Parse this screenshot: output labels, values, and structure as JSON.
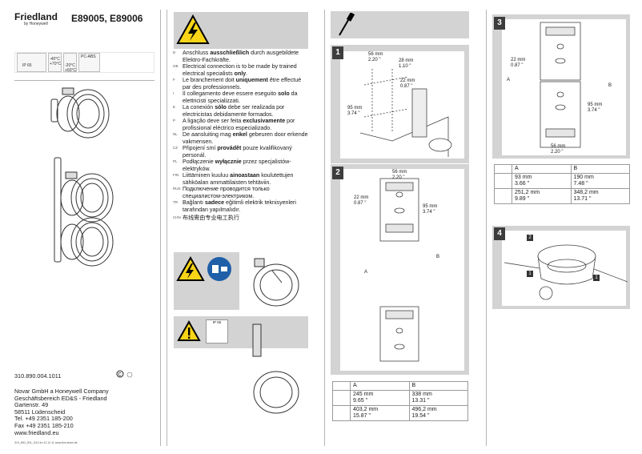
{
  "brand": {
    "name": "Friedland",
    "sub": "by Honeywell"
  },
  "models": "E89005, E89006",
  "icons": [
    "IP 65",
    "-40°C +70°C",
    "-20°C +60°C",
    "PC-ABS"
  ],
  "languages": [
    {
      "code": "D",
      "pre": "Anschluss ",
      "bold": "ausschließlich",
      "post": " durch ausgebildete Elektro-Fachkräfte."
    },
    {
      "code": "GB",
      "pre": "Electrical connection is to be made by trained electrical specialists ",
      "bold": "only",
      "post": "."
    },
    {
      "code": "F",
      "pre": "Le branchement doit ",
      "bold": "uniquement",
      "post": " être effectué par des professionnels."
    },
    {
      "code": "I",
      "pre": "Il collegamento deve essere eseguito ",
      "bold": "solo",
      "post": " da elettricisti specializzati."
    },
    {
      "code": "E",
      "pre": "La conexión ",
      "bold": "sólo",
      "post": " debe ser realizada por electricistas debidamente formados."
    },
    {
      "code": "P",
      "pre": "A ligação deve ser feita ",
      "bold": "exclusivamente",
      "post": " por profissional eléctrico especializado."
    },
    {
      "code": "NL",
      "pre": "De aansluiting mag ",
      "bold": "enkel",
      "post": " gebeuren door erkende vakmensen."
    },
    {
      "code": "CZ",
      "pre": "Připojení smí ",
      "bold": "provádět",
      "post": " pouze kvalifikovaný personál."
    },
    {
      "code": "PL",
      "pre": "Podłączenie ",
      "bold": "wyłącznie",
      "post": " przez specjalistów-elektryków."
    },
    {
      "code": "FIN",
      "pre": "Liittäminen kuuluu ",
      "bold": "ainoastaan",
      "post": " koulutettujen sähköalan ammattilaisten tehtäviin."
    },
    {
      "code": "RUS",
      "pre": "Подключение проводится только специалистом-электриком.",
      "bold": "",
      "post": ""
    },
    {
      "code": "TR",
      "pre": "Bağlantı ",
      "bold": "sadece",
      "post": " eğitimli elektrik teknisyenleri tarafından yapılmalıdır."
    },
    {
      "code": "CHN",
      "pre": "布线需由专业电工执行",
      "bold": "",
      "post": ""
    }
  ],
  "ip_label": "IP 65",
  "doc_number": "310.890.004.1011",
  "address": [
    "Novar GmbH a Honeywell Company",
    "Geschäftsbereich ED&S - Friedland",
    "Gartenstr. 49",
    "58511 Lüdenscheid",
    "Tel.   +49 2351 185-200",
    "Fax   +49 2351 185-210",
    "www.friedland.eu"
  ],
  "footer": "310_890_004_1110.fm  12.12.11  www.ibm-team.de",
  "steps": [
    "1",
    "2",
    "3",
    "4"
  ],
  "step1_dims": {
    "a": "56 mm\n2.20 \"",
    "b": "28 mm\n1.10 \"",
    "c": "22 mm\n0.87 \"",
    "d": "95 mm\n3.74 \""
  },
  "step2_dims": {
    "a": "56 mm\n2.20 \"",
    "b": "22 mm\n0.87 \"",
    "c": "95 mm\n3.74 \"",
    "A": "A",
    "B": "B"
  },
  "step3_dims": {
    "a": "22 mm\n0.87 \"",
    "b": "95 mm\n3.74 \"",
    "c": "56 mm\n2.20 \"",
    "A": "A",
    "B": "B"
  },
  "step4_labels": [
    "2",
    "1",
    "1"
  ],
  "table1": {
    "header": [
      "A",
      "B"
    ],
    "rows": [
      [
        "93 mm\n3.66 \"",
        "190 mm\n7.48 \""
      ],
      [
        "251,2 mm\n9.89 \"",
        "348,2 mm\n13.71 \""
      ]
    ]
  },
  "table2": {
    "header": [
      "A",
      "B"
    ],
    "rows": [
      [
        "245 mm\n9.65 \"",
        "338 mm\n13.31 \""
      ],
      [
        "403,2 mm\n15.87 \"",
        "496,2 mm\n19.54 \""
      ]
    ]
  }
}
